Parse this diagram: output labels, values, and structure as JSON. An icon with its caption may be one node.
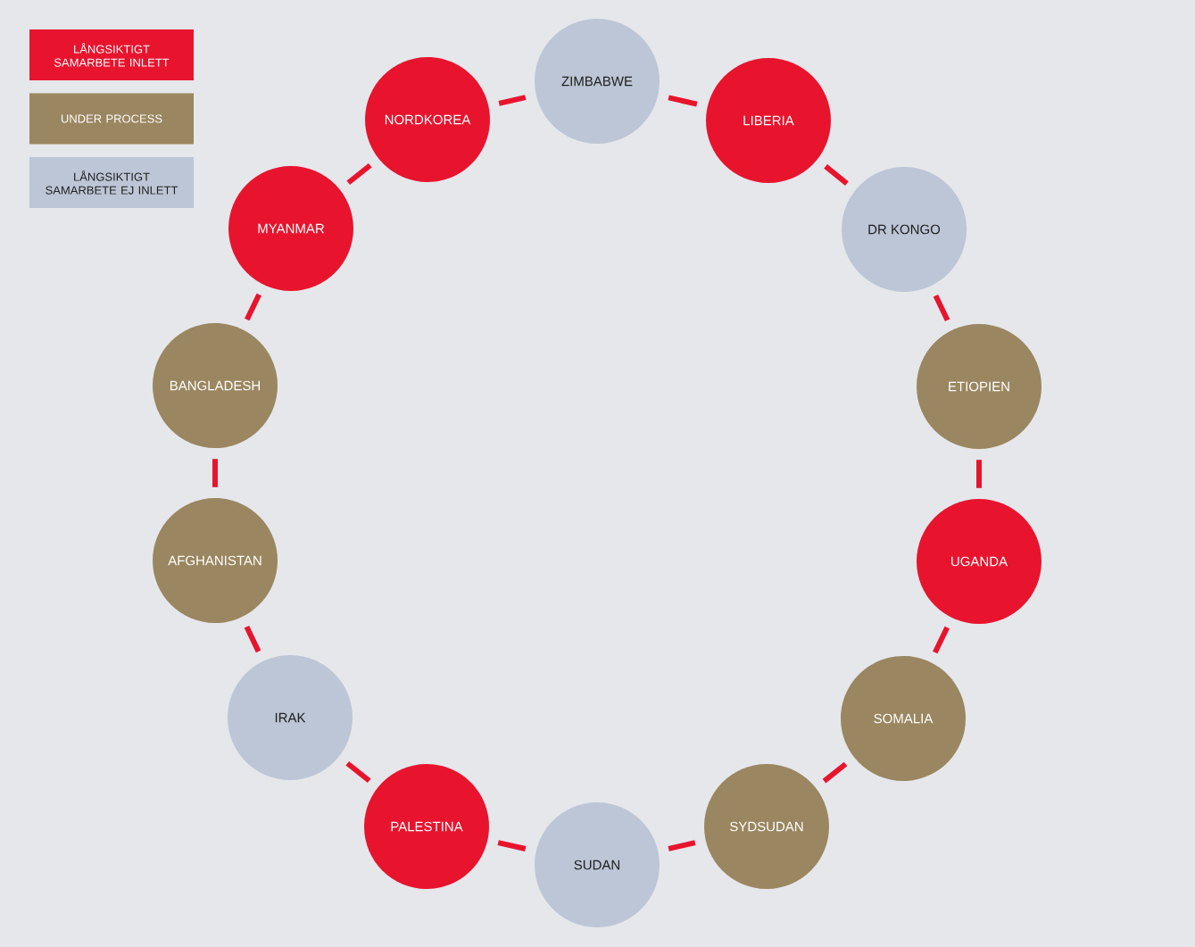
{
  "diagram": {
    "nodes": [
      {
        "text": [
          "ZIMBABWE"
        ]
      },
      {
        "text": [
          "LIBERIA"
        ]
      },
      {
        "text": [
          "DR KONGO"
        ]
      },
      {
        "text": [
          "ETIOPIEN"
        ]
      },
      {
        "text": [
          "UGANDA"
        ]
      },
      {
        "text": [
          "SOMALIA"
        ]
      },
      {
        "text": [
          "SYDSUDAN"
        ]
      },
      {
        "text": [
          "SUDAN"
        ]
      },
      {
        "text": [
          "PALESTINA"
        ]
      },
      {
        "text": [
          "IRAK"
        ]
      },
      {
        "text": [
          "AFGHANISTAN"
        ]
      },
      {
        "text": [
          "BANGLADESH"
        ]
      },
      {
        "text": [
          "MYANMAR"
        ]
      },
      {
        "text": [
          "NORDKOREA"
        ]
      }
    ],
    "edges": [
      {
        "from": 0,
        "to": 1,
        "arrow": "none"
      },
      {
        "from": 1,
        "to": 2,
        "arrow": "none"
      },
      {
        "from": 2,
        "to": 3,
        "arrow": "none"
      },
      {
        "from": 3,
        "to": 4,
        "arrow": "none"
      },
      {
        "from": 4,
        "to": 5,
        "arrow": "none"
      },
      {
        "from": 5,
        "to": 6,
        "arrow": "none"
      },
      {
        "from": 6,
        "to": 7,
        "arrow": "none"
      },
      {
        "from": 7,
        "to": 8,
        "arrow": "none"
      },
      {
        "from": 8,
        "to": 9,
        "arrow": "none"
      },
      {
        "from": 9,
        "to": 10,
        "arrow": "none"
      },
      {
        "from": 10,
        "to": 11,
        "arrow": "none"
      },
      {
        "from": 11,
        "to": 12,
        "arrow": "none"
      },
      {
        "from": 12,
        "to": 13,
        "arrow": "none"
      },
      {
        "from": 13,
        "to": 0,
        "arrow": "none"
      }
    ],
    "legend": [
      {
        "text": "LÅNGSIKTIGT SAMARBETE INLETT",
        "color": "#e8142e"
      },
      {
        "text": "UNDER PROCESS",
        "color": "#9a8660"
      },
      {
        "text": "LÅNGSIKTIGT SAMARBETE EJ INLETT",
        "color": "#bcc6d6"
      }
    ]
  }
}
